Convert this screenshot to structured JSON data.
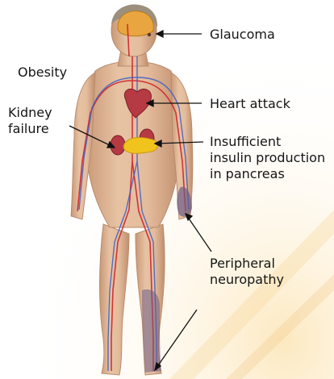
{
  "labels": {
    "glaucoma": "Glaucoma",
    "obesity": "Obesity",
    "heart_attack": "Heart attack",
    "kidney_failure": [
      "Kidney",
      "failure"
    ],
    "insulin": [
      "Insufficient",
      "insulin production",
      "in pancreas"
    ],
    "neuropathy": [
      "Peripheral",
      "neuropathy"
    ]
  },
  "colors": {
    "skin": "#e3bc9c",
    "skin_shadow": "#c89a7a",
    "artery": "#d2232a",
    "vein": "#3a5ec8",
    "organ": "#b53a44",
    "pancreas": "#f0c41c",
    "brain": "#e9a53f",
    "bruise": "#6e5c86",
    "hair": "#9c8f7e"
  }
}
